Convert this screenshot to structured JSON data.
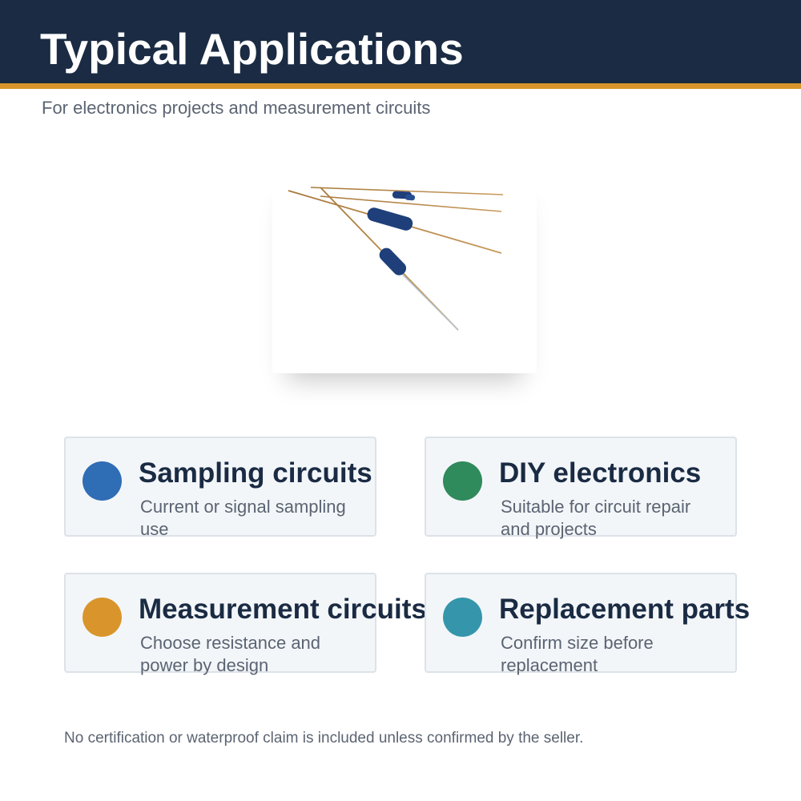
{
  "header": {
    "title": "Typical Applications",
    "background_color": "#1a2b43",
    "accent_color": "#d9952b"
  },
  "subtitle": "For electronics projects and measurement circuits",
  "product_image": {
    "subject": "three blue axial resistors with long wire leads",
    "component_color": "#1e3f7a"
  },
  "cards": [
    {
      "title": "Sampling circuits",
      "description": "Current or signal sampling use",
      "dot_color": "#2f6db5"
    },
    {
      "title": "DIY electronics",
      "description": "Suitable for circuit repair and projects",
      "dot_color": "#2f8a5c"
    },
    {
      "title": "Measurement circuits",
      "description": "Choose resistance and power by design",
      "dot_color": "#d9952b"
    },
    {
      "title": "Replacement parts",
      "description": "Confirm size before replacement",
      "dot_color": "#3596ab"
    }
  ],
  "footnote": "No certification or waterproof claim is included unless confirmed by the seller."
}
